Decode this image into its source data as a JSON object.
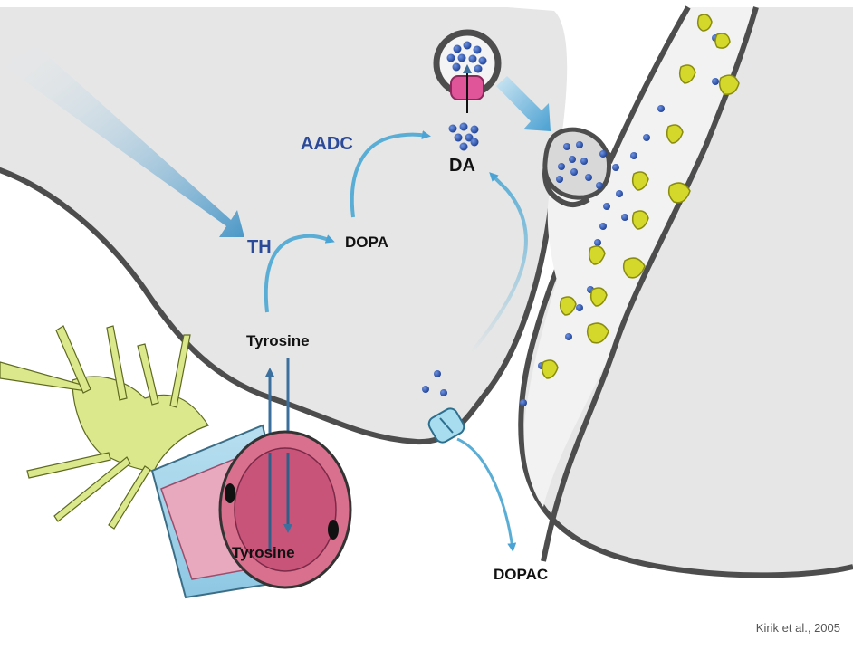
{
  "labels": {
    "th": "TH",
    "aadc": "AADC",
    "dopa": "DOPA",
    "da": "DA",
    "tyrosine_neuron": "Tyrosine",
    "tyrosine_vessel": "Tyrosine",
    "dopac": "DOPAC"
  },
  "credit": "Kirik et al., 2005",
  "colors": {
    "neuron_fill": "#e6e6e6",
    "membrane": "#5a5a5a",
    "enzyme_text": "#2c4a9a",
    "arrow": "#5aaed6",
    "dopamine_dot": "#2a55b0",
    "receptor": "#d4d82a",
    "vessel_wall": "#d9708e",
    "astrocyte": "#dce88c",
    "transporter": "#a8dcef",
    "vesicle_channel": "#e0559a"
  }
}
